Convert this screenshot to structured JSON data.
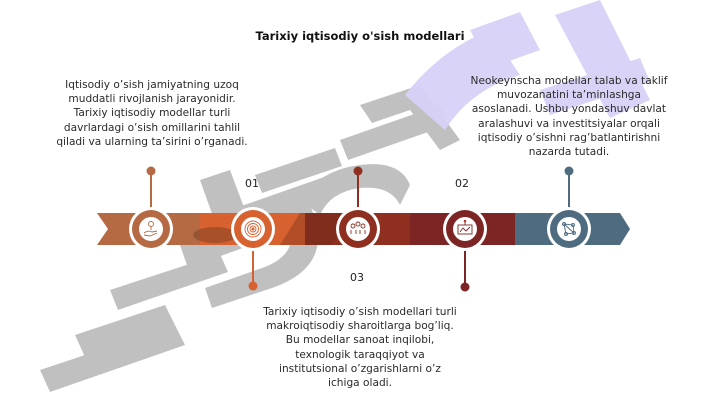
{
  "title": "Tarixiy iqtisodiy o'sish modellari",
  "watermark": {
    "text": "Hujjat 24",
    "colors": {
      "gray": "#b8b8b8",
      "lavender": "#d8d0f7"
    }
  },
  "colors": {
    "segment_1": "#b56a44",
    "segment_2": "#d7612f",
    "segment_3": "#8e2f20",
    "segment_4": "#7d2424",
    "segment_5": "#4f6b80",
    "ring": "#ffffff",
    "icon_bg": "#ffffff"
  },
  "steps": [
    {
      "id": "step-1",
      "number": "",
      "icon": "hand-growth-icon",
      "position": "top",
      "text": "Iqtisodiy o’sish jamiyatning uzoq muddatli rivojlanish jarayonidir. Tarixiy iqtisodiy modellar turli davrlardagi o’sish omillarini tahlil qiladi va ularning ta’sirini o’rganadi."
    },
    {
      "id": "step-2",
      "number": "01",
      "icon": "target-icon",
      "position": "bottom",
      "text": ""
    },
    {
      "id": "step-3",
      "number": "03",
      "icon": "people-network-icon",
      "position": "top",
      "text": ""
    },
    {
      "id": "step-4",
      "number": "02",
      "icon": "presentation-board-icon",
      "position": "bottom",
      "text": ""
    },
    {
      "id": "step-5",
      "number": "",
      "icon": "connections-icon",
      "position": "top",
      "text": ""
    }
  ],
  "descriptions": {
    "left": "Iqtisodiy o’sish jamiyatning uzoq muddatli rivojlanish jarayonidir. Tarixiy iqtisodiy modellar turli davrlardagi o’sish omillarini tahlil qiladi va ularning ta’sirini o’rganadi.",
    "right": "Neokeynscha modellar talab va taklif muvozanatini ta’minlashga asoslanadi. Ushbu yondashuv davlat aralashuvi va investitsiyalar orqali iqtisodiy o’sishni rag’batlantirishni nazarda tutadi.",
    "bottom": "Tarixiy iqtisodiy o’sish modellari turli makroiqtisodiy sharoitlarga bog’liq. Bu modellar sanoat inqilobi, texnologik taraqqiyot va institutsional o’zgarishlarni o’z ichiga oladi."
  },
  "labels": {
    "n01": "01",
    "n02": "02",
    "n03": "03"
  }
}
